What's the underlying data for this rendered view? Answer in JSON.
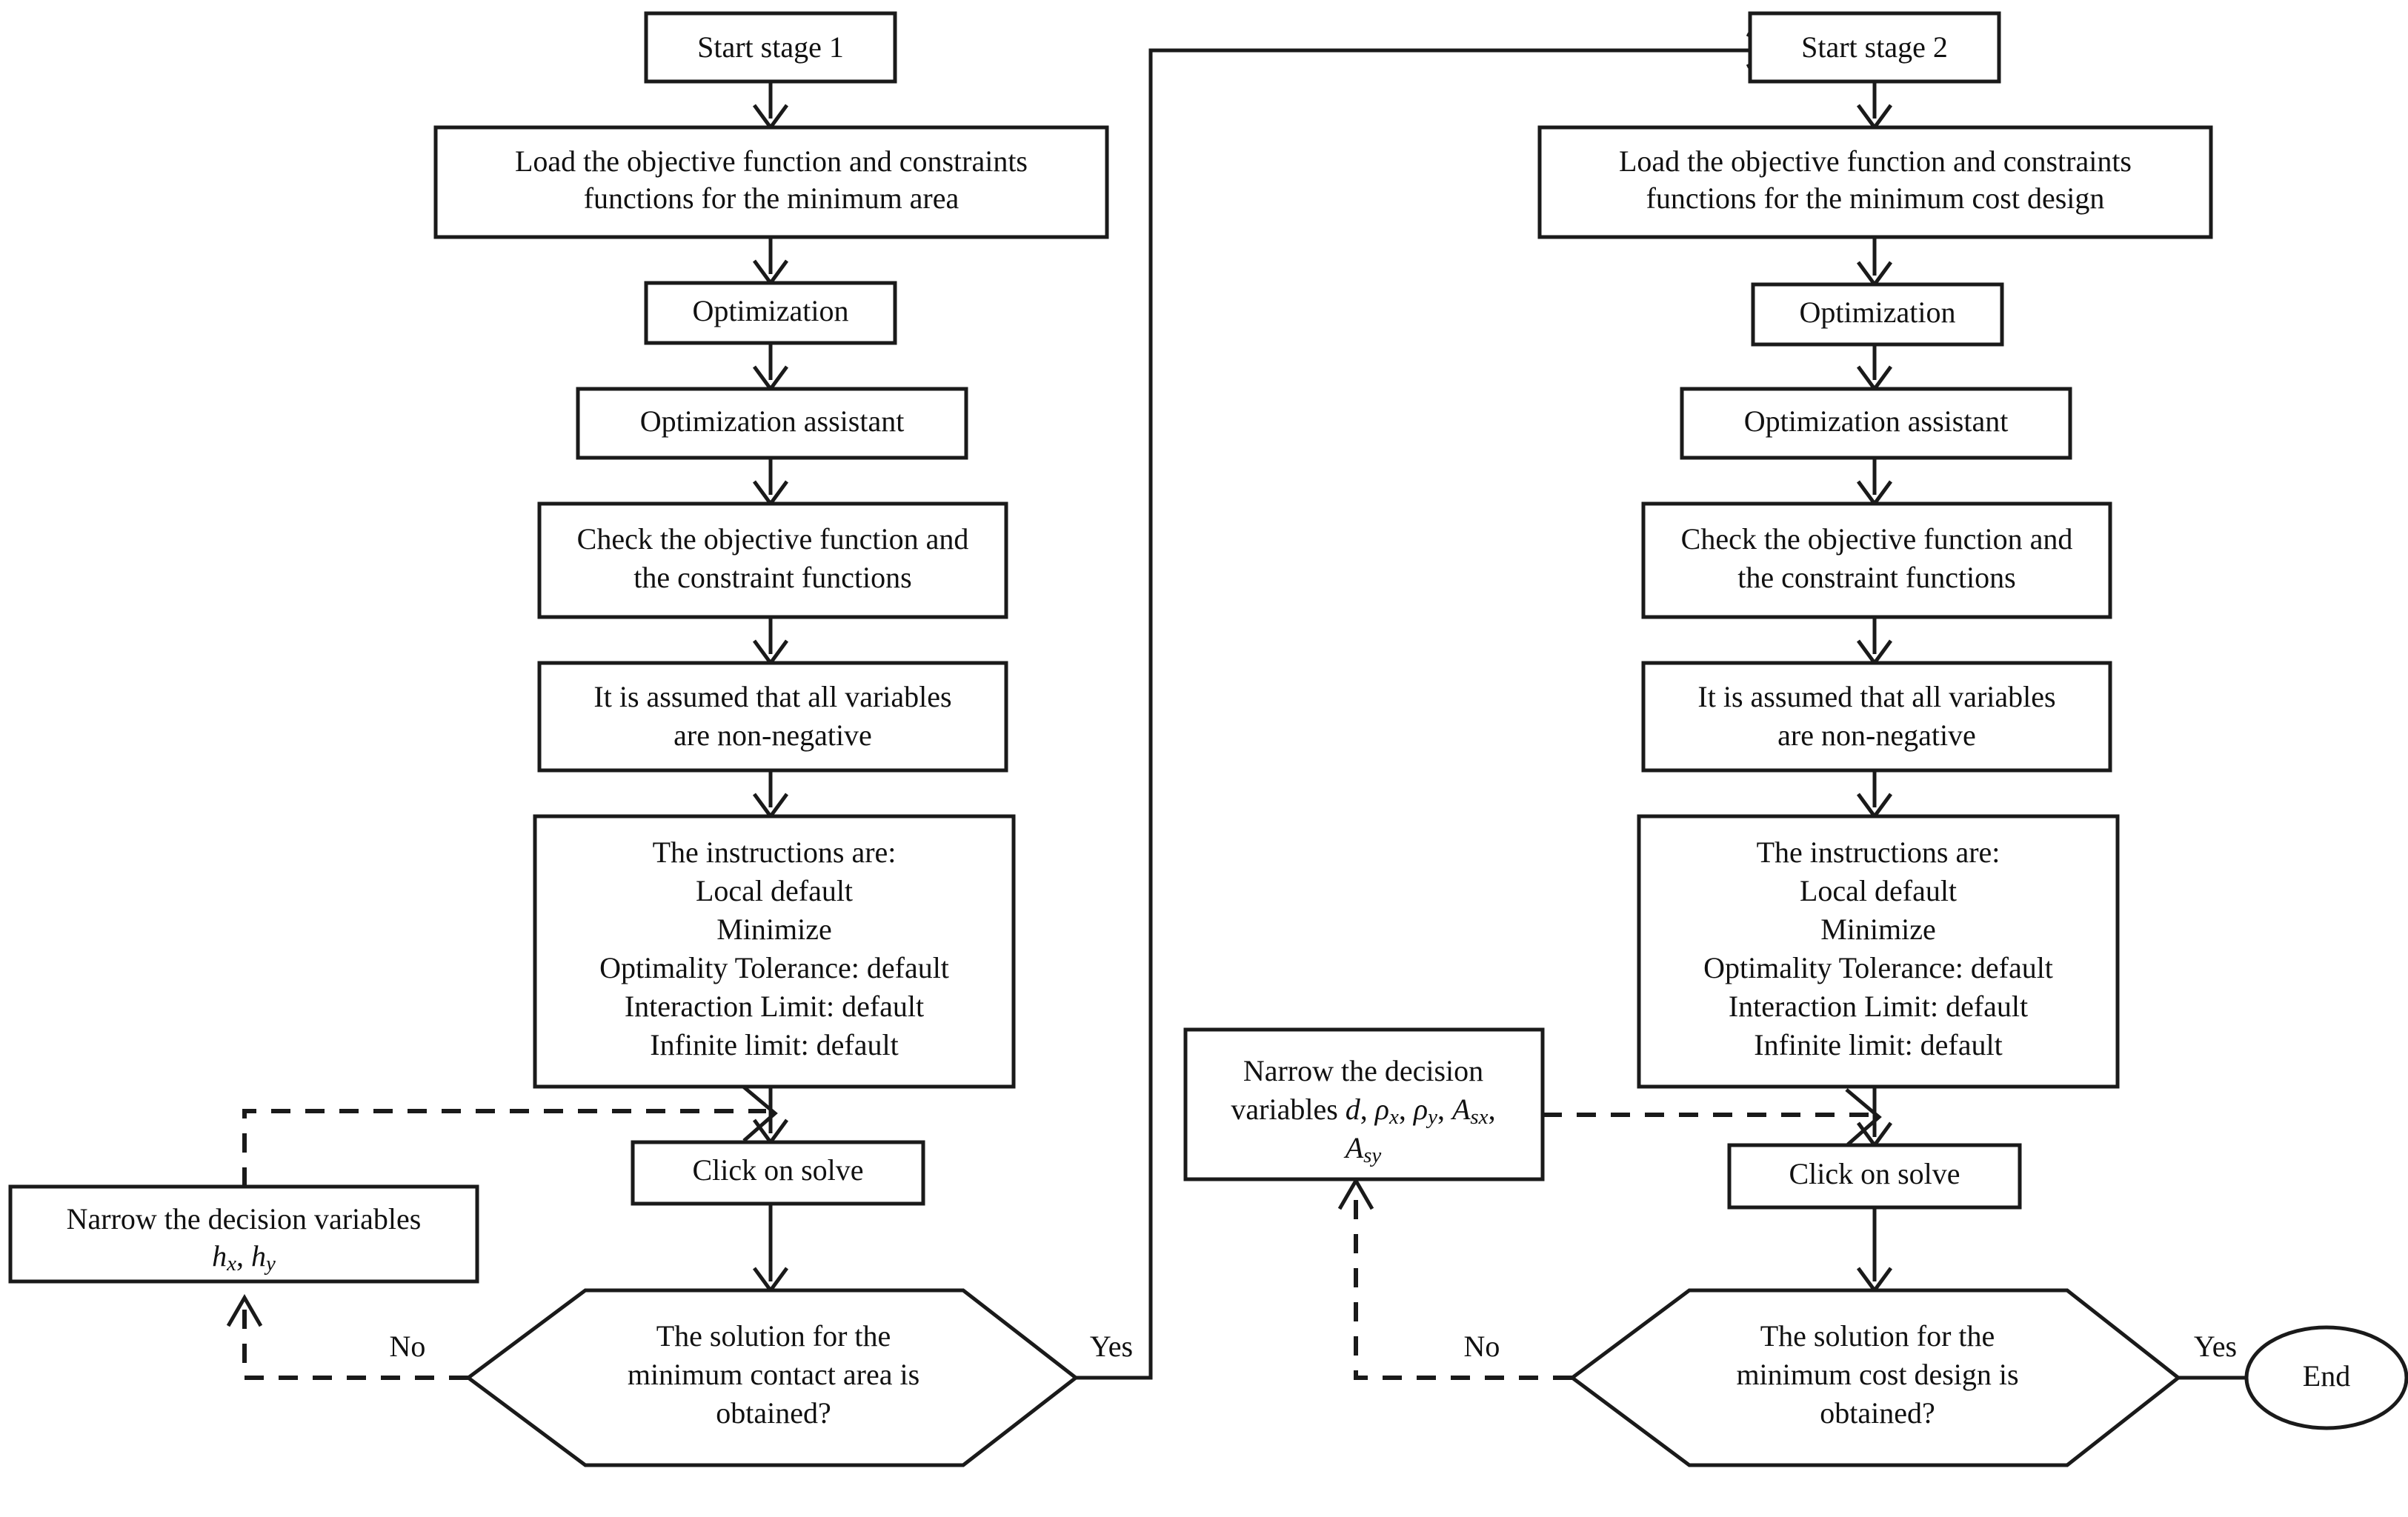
{
  "diagram": {
    "title": "Two-stage optimization flowchart",
    "colors": {
      "stroke": "#1a1a1a",
      "fill": "#ffffff",
      "text": "#111111"
    },
    "stage1": {
      "start": "Start stage 1",
      "load_line1": "Load the objective function and constraints",
      "load_line2": "functions for the minimum area",
      "optimization": "Optimization",
      "optimization_assistant": "Optimization assistant",
      "check_line1": "Check the objective function and",
      "check_line2": "the constraint functions",
      "assumed_line1": "It is assumed that all variables",
      "assumed_line2": "are non-negative",
      "instructions_line1": "The instructions are:",
      "instructions_line2": "Local default",
      "instructions_line3": "Minimize",
      "instructions_line4": "Optimality Tolerance: default",
      "instructions_line5": "Interaction Limit: default",
      "instructions_line6": "Infinite limit: default",
      "click_solve": "Click on solve",
      "decision_line1": "The solution for the",
      "decision_line2": "minimum contact area is",
      "decision_line3": "obtained?",
      "narrow_line1": "Narrow the decision variables",
      "narrow_vars": "hx, hy",
      "narrow_var1_base": "h",
      "narrow_var1_sub": "x",
      "narrow_var2_base": "h",
      "narrow_var2_sub": "y",
      "yes_label": "Yes",
      "no_label": "No"
    },
    "stage2": {
      "start": "Start stage 2",
      "load_line1": "Load the objective function and constraints",
      "load_line2": "functions for the minimum cost design",
      "optimization": "Optimization",
      "optimization_assistant": "Optimization assistant",
      "check_line1": "Check the objective function and",
      "check_line2": "the constraint functions",
      "assumed_line1": "It is assumed that all variables",
      "assumed_line2": "are non-negative",
      "instructions_line1": "The instructions are:",
      "instructions_line2": "Local default",
      "instructions_line3": "Minimize",
      "instructions_line4": "Optimality Tolerance: default",
      "instructions_line5": "Interaction Limit: default",
      "instructions_line6": "Infinite limit: default",
      "click_solve": "Click on solve",
      "decision_line1": "The solution for the",
      "decision_line2": "minimum cost design is",
      "decision_line3": "obtained?",
      "narrow_line1": "Narrow the decision",
      "narrow_line2_prefix": "variables ",
      "narrow_vars_inline": "d, ρx, ρy, Asx,",
      "narrow_vars_last": "Asy",
      "yes_label": "Yes",
      "no_label": "No",
      "end": "End"
    }
  }
}
